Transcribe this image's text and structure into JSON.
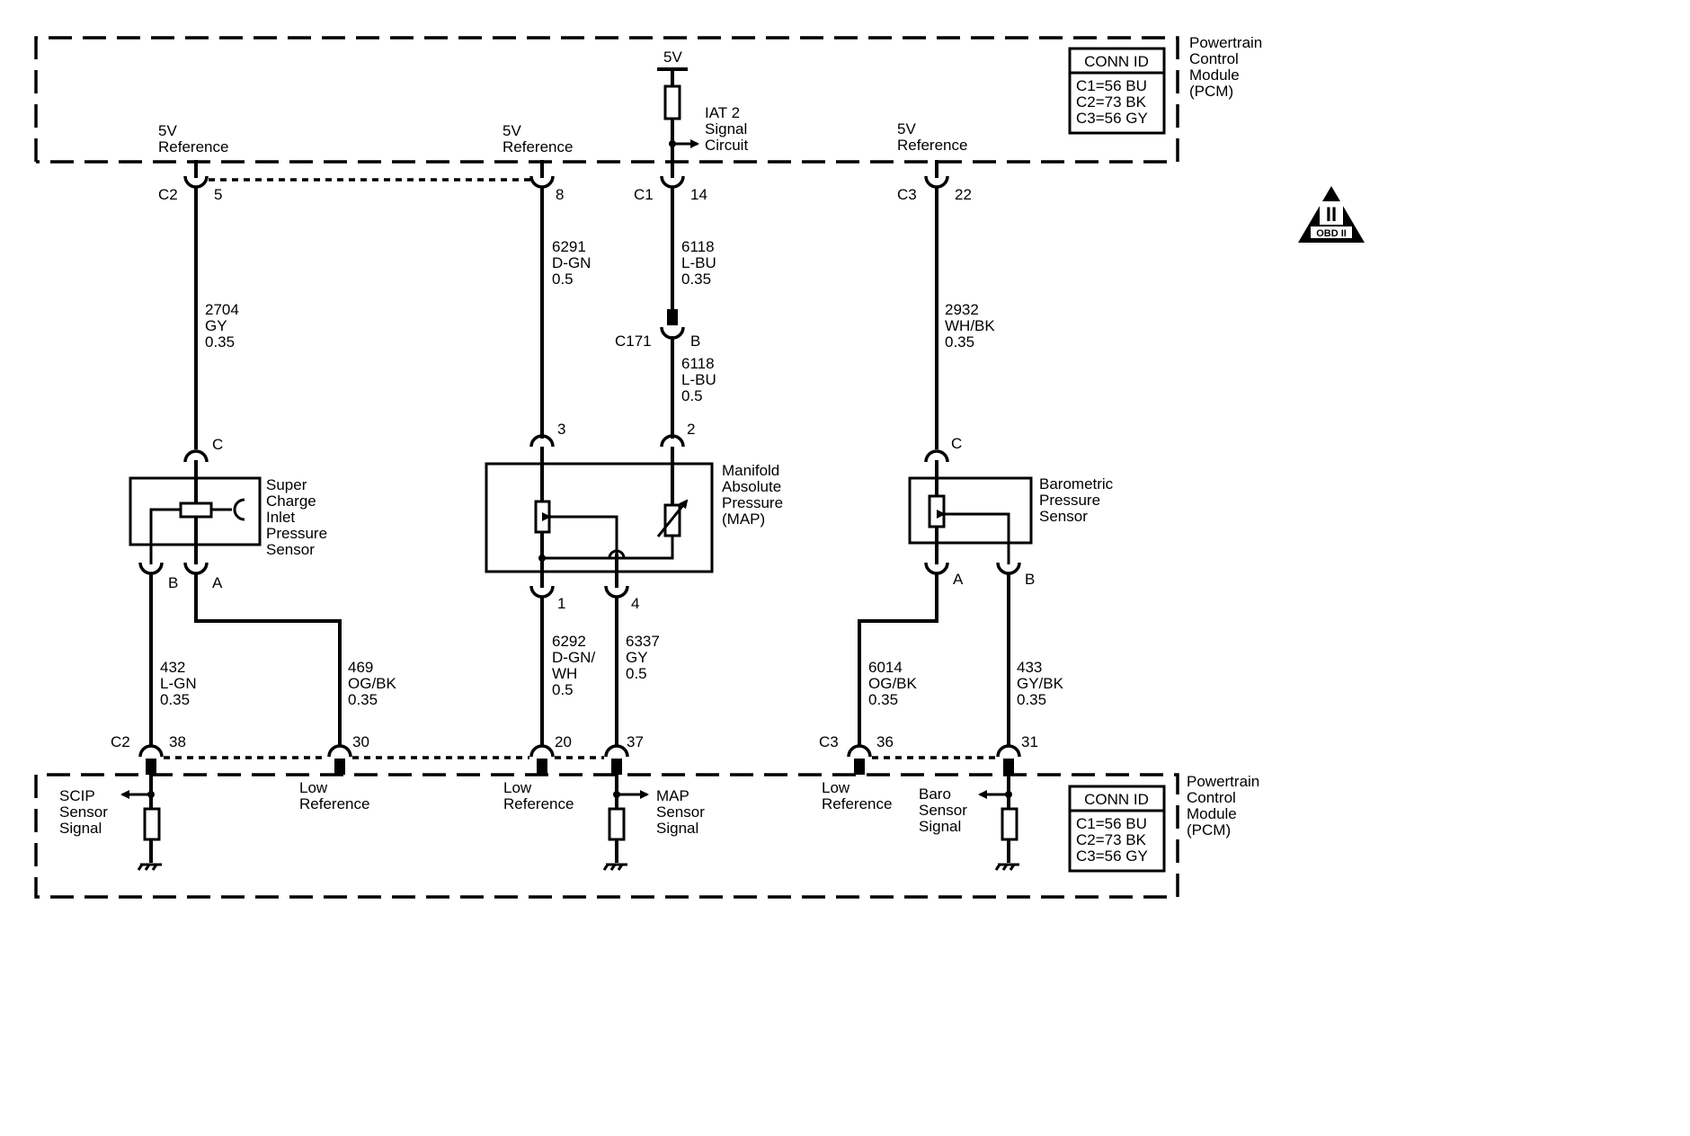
{
  "modules": {
    "pcm_top": {
      "name": [
        "Powertrain",
        "Control",
        "Module",
        "(PCM)"
      ],
      "conn_id_title": "CONN ID",
      "conn_id_rows": [
        "C1=56 BU",
        "C2=73 BK",
        "C3=56 GY"
      ]
    },
    "pcm_bottom": {
      "name": [
        "Powertrain",
        "Control",
        "Module",
        "(PCM)"
      ],
      "conn_id_title": "CONN ID",
      "conn_id_rows": [
        "C1=56 BU",
        "C2=73 BK",
        "C3=56 GY"
      ]
    }
  },
  "top_labels": {
    "ref1": [
      "5V",
      "Reference"
    ],
    "ref2": [
      "5V",
      "Reference"
    ],
    "ref3": [
      "5V",
      "Reference"
    ],
    "supply": "5V",
    "iat2": [
      "IAT 2",
      "Signal",
      "Circuit"
    ]
  },
  "top_pins": {
    "c2_conn": "C2",
    "c2_pin": "5",
    "pin8": "8",
    "c1_conn": "C1",
    "c1_pin": "14",
    "c3_conn": "C3",
    "c3_pin": "22"
  },
  "wires": {
    "w2704": [
      "2704",
      "GY",
      "0.35"
    ],
    "w6291": [
      "6291",
      "D-GN",
      "0.5"
    ],
    "w6118a": [
      "6118",
      "L-BU",
      "0.35"
    ],
    "w6118b": [
      "6118",
      "L-BU",
      "0.5"
    ],
    "w2932": [
      "2932",
      "WH/BK",
      "0.35"
    ],
    "w432": [
      "432",
      "L-GN",
      "0.35"
    ],
    "w469": [
      "469",
      "OG/BK",
      "0.35"
    ],
    "w6292": [
      "6292",
      "D-GN/",
      "WH",
      "0.5"
    ],
    "w6337": [
      "6337",
      "GY",
      "0.5"
    ],
    "w6014": [
      "6014",
      "OG/BK",
      "0.35"
    ],
    "w433": [
      "433",
      "GY/BK",
      "0.35"
    ]
  },
  "inline": {
    "c171": "C171",
    "c171_pin": "B"
  },
  "sensors": {
    "scip": {
      "name": [
        "Super",
        "Charge",
        "Inlet",
        "Pressure",
        "Sensor"
      ],
      "pin_c": "C",
      "pin_b": "B",
      "pin_a": "A"
    },
    "map": {
      "name": [
        "Manifold",
        "Absolute",
        "Pressure",
        "(MAP)"
      ],
      "pin_3": "3",
      "pin_2": "2",
      "pin_1": "1",
      "pin_4": "4"
    },
    "baro": {
      "name": [
        "Barometric",
        "Pressure",
        "Sensor"
      ],
      "pin_c": "C",
      "pin_a": "A",
      "pin_b": "B"
    }
  },
  "bottom_pins": {
    "c2_conn": "C2",
    "p38": "38",
    "p30": "30",
    "p20": "20",
    "p37": "37",
    "c3_conn": "C3",
    "p36": "36",
    "p31": "31"
  },
  "bottom_labels": {
    "scip_signal": [
      "SCIP",
      "Sensor",
      "Signal"
    ],
    "low_ref1": [
      "Low",
      "Reference"
    ],
    "low_ref2": [
      "Low",
      "Reference"
    ],
    "map_signal": [
      "MAP",
      "Sensor",
      "Signal"
    ],
    "low_ref3": [
      "Low",
      "Reference"
    ],
    "baro_signal": [
      "Baro",
      "Sensor",
      "Signal"
    ]
  },
  "badge": {
    "numeral": "II",
    "text": "OBD II"
  }
}
